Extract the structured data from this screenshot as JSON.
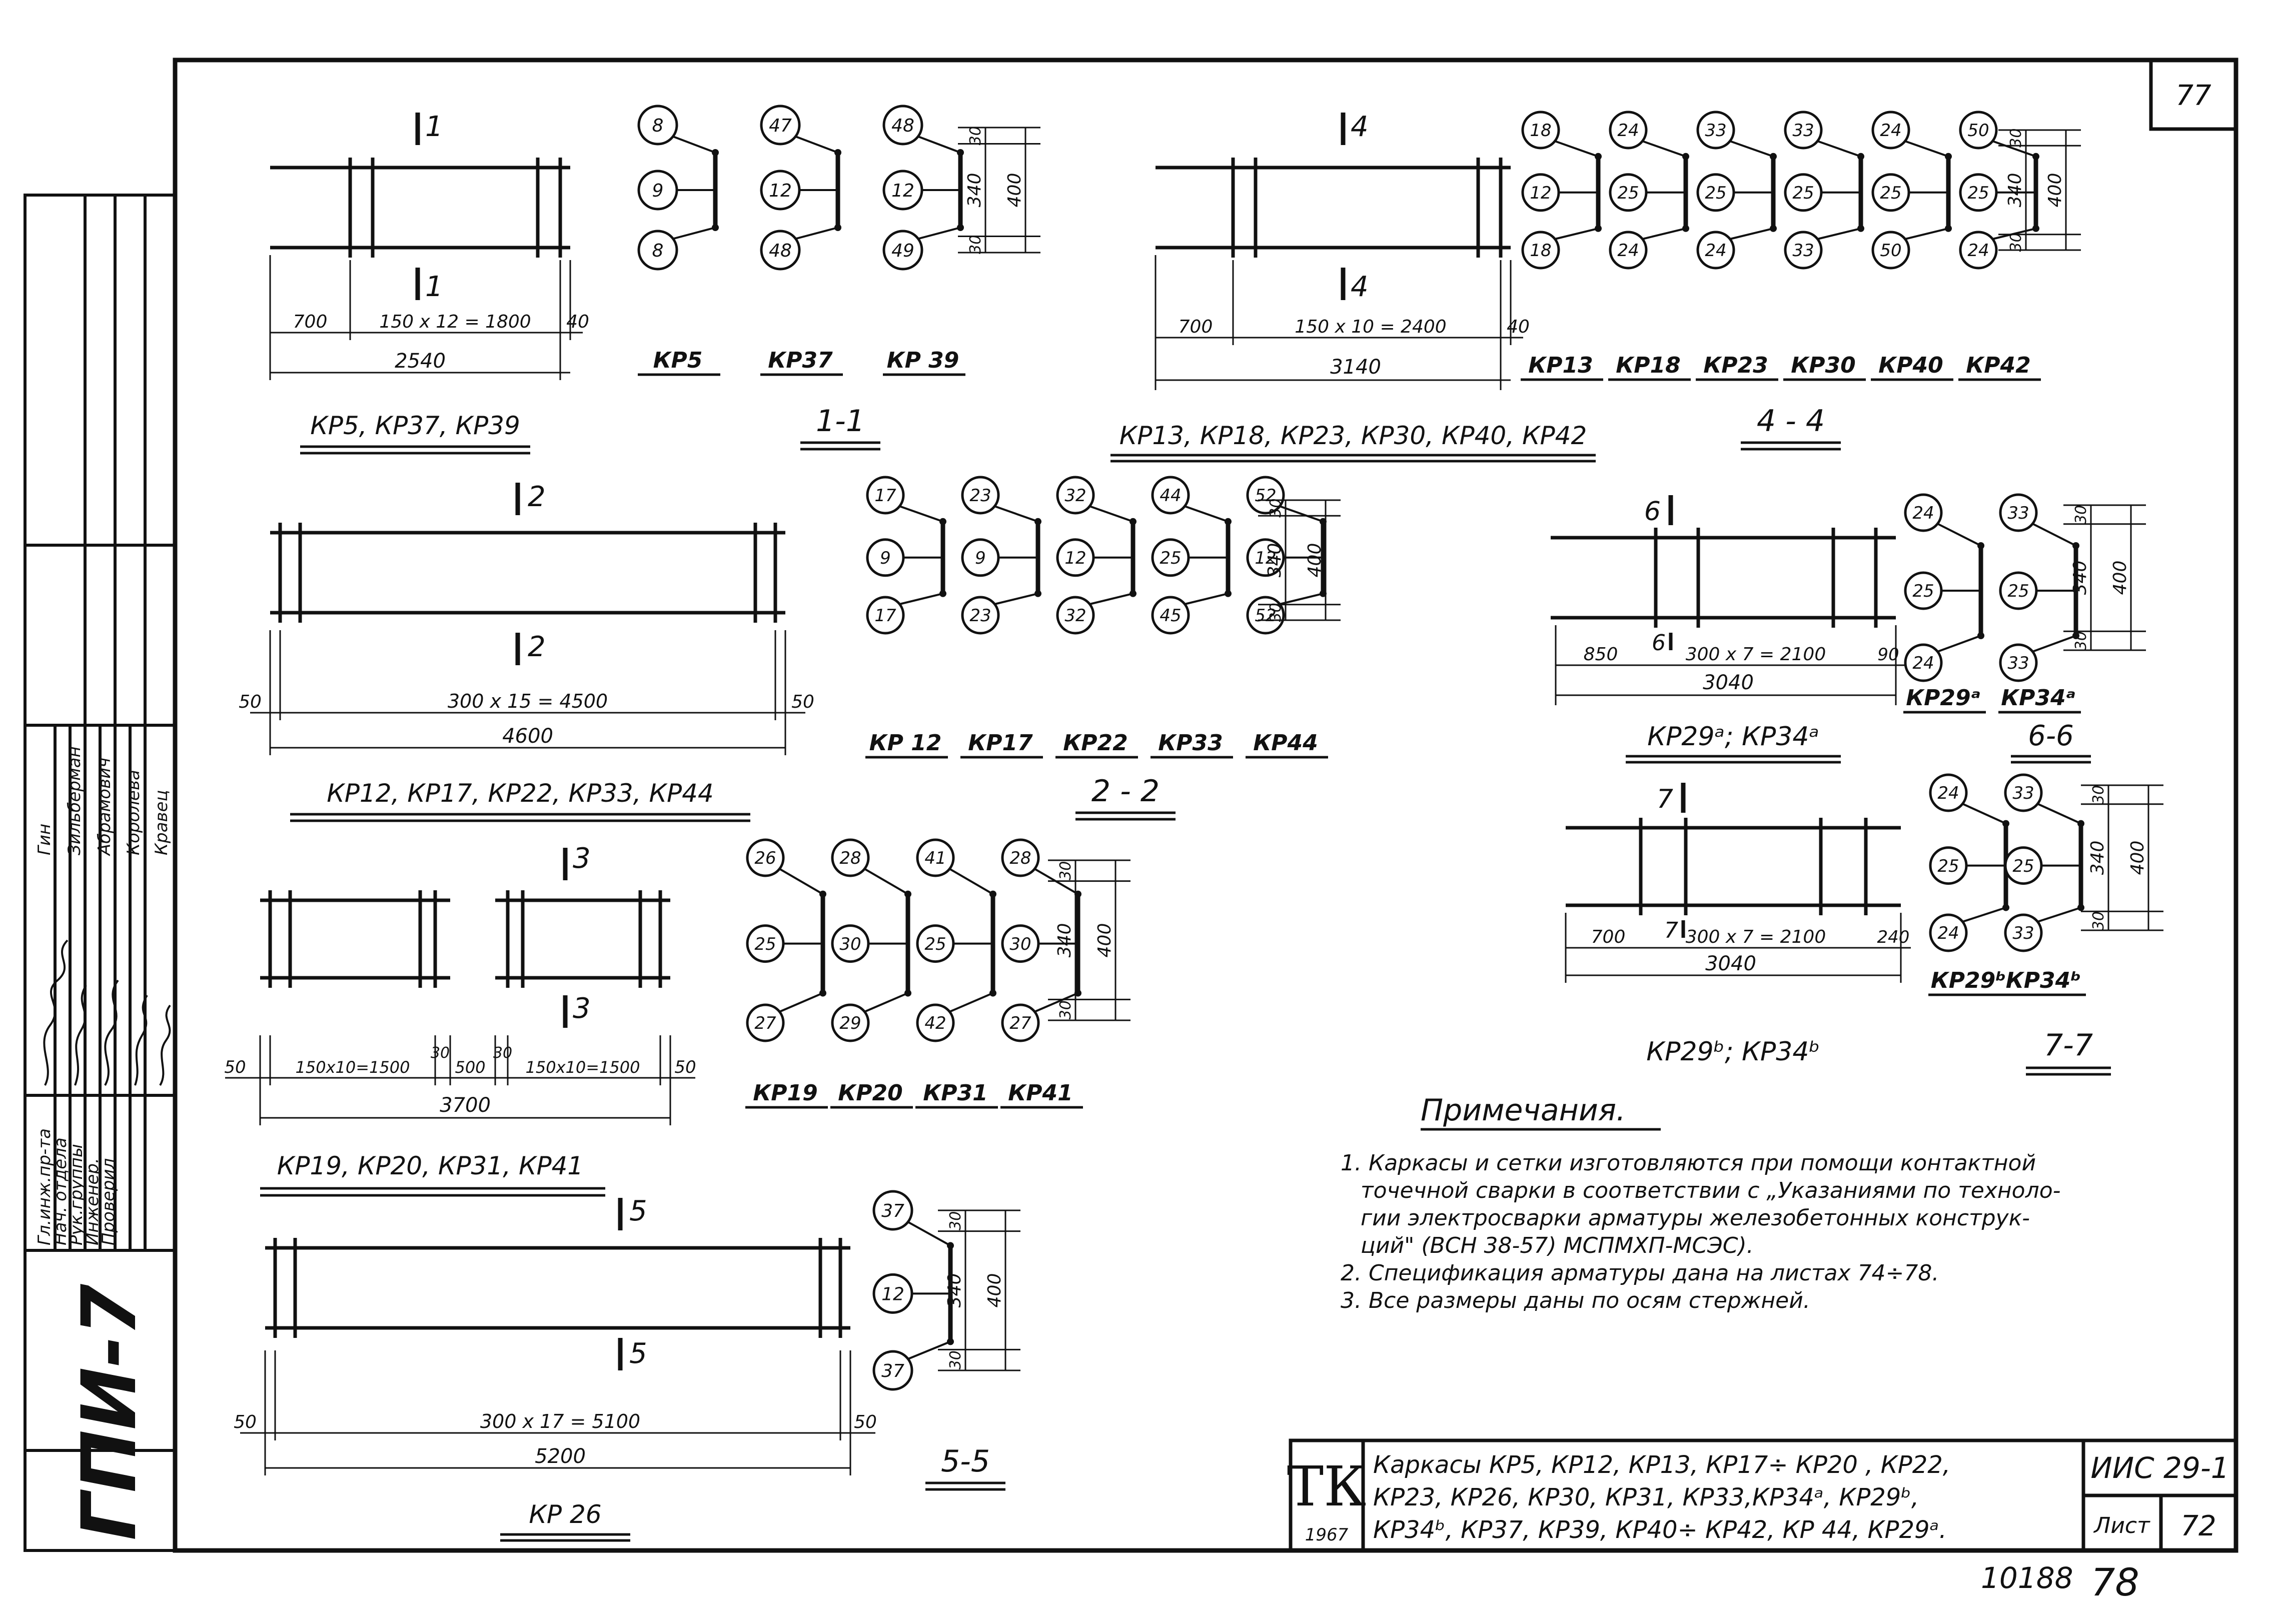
{
  "sheet": {
    "page_number": "77",
    "code": "ГПИ-7",
    "series": "ИИС 29-1",
    "list_label": "Лист",
    "list_number": "72",
    "bottom_number": "10188",
    "bottom_page": "78",
    "tk": "ТК",
    "year": "1967",
    "title_lines": [
      "Каркасы КР5, КР12, КР13, КР17÷ КР20 , КР22,",
      "КР23, КР26, КР30, КР31, КР33,КР34ᵃ, КР29ᵇ,",
      "КР34ᵇ, КР37, КР39, КР40÷ КР42, КР 44, КР29ᵃ."
    ]
  },
  "stamp": {
    "roles": [
      "Гл.инж.пр-та",
      "Нач. отдела",
      "Рук.группы",
      "Инженер.",
      "Проверил"
    ],
    "names": [
      "Гин",
      "Зильберман",
      "Абрамович",
      "Королева",
      "Кравец"
    ]
  },
  "notes": {
    "title": "Примечания.",
    "lines": [
      "1. Каркасы и сетки изготовляются при помощи контактной",
      "точечной сварки в соответствии с „Указаниями по техноло-",
      "гии электросварки арматуры железобетонных конструк-",
      "ций\" (ВСН 38-57) МСПМХП-МСЭС).",
      "2. Спецификация арматуры дана на листах 74÷78.",
      "3. Все размеры даны по осям стержней."
    ]
  },
  "drawings": {
    "d1": {
      "sec_top": "1",
      "sec_bot": "1",
      "d_left": "700",
      "d_mid": "150 x 12 = 1800",
      "d_right": "40",
      "total": "2540",
      "caption": "КР5, КР37, КР39"
    },
    "d4": {
      "sec_top": "4",
      "sec_bot": "4",
      "d_left": "700",
      "d_mid": "150 x 10 = 2400",
      "d_right": "40",
      "total": "3140",
      "caption": "КР13, КР18, КР23, КР30, КР40, КР42"
    },
    "d2": {
      "sec_top": "2",
      "sec_bot": "2",
      "d_left": "50",
      "d_mid": "300 x 15 = 4500",
      "d_right": "50",
      "total": "4600",
      "caption": "КР12, КР17, КР22, КР33, КР44"
    },
    "d3": {
      "sec_top": "3",
      "sec_bot": "3",
      "d_l": "50",
      "d_a": "150x10=1500",
      "d_30a": "30",
      "d_500": "500",
      "d_30b": "30",
      "d_b": "150x10=1500",
      "d_r": "50",
      "total": "3700",
      "caption": "КР19, КР20, КР31, КР41"
    },
    "d5": {
      "sec_top": "5",
      "sec_bot": "5",
      "d_left": "50",
      "d_mid": "300 x 17 = 5100",
      "d_right": "50",
      "total": "5200",
      "caption": "КР 26"
    },
    "d6": {
      "sec_top": "6",
      "sec_bot": "6",
      "d_left": "850",
      "d_mid": "300 x 7 = 2100",
      "d_right": "90",
      "total": "3040",
      "caption": "КР29ᵃ; КР34ᵃ"
    },
    "d7": {
      "sec_top": "7",
      "sec_bot": "7",
      "d_left": "700",
      "d_mid": "300 x 7 = 2100",
      "d_right": "240",
      "total": "3040",
      "caption": "КР29ᵇ; КР34ᵇ"
    }
  },
  "sections": {
    "s1": {
      "title": "1-1",
      "items": [
        {
          "top": "8",
          "mid": "9",
          "bot": "8",
          "label": "КР5"
        },
        {
          "top": "47",
          "mid": "12",
          "bot": "48",
          "label": "КР37"
        },
        {
          "top": "48",
          "mid": "12",
          "bot": "49",
          "label": "КР 39"
        }
      ],
      "dim": [
        "30",
        "340",
        "30",
        "400"
      ]
    },
    "s4": {
      "title": "4 - 4",
      "items": [
        {
          "top": "18",
          "mid": "12",
          "bot": "18",
          "label": "КР13"
        },
        {
          "top": "24",
          "mid": "25",
          "bot": "24",
          "label": "КР18"
        },
        {
          "top": "33",
          "mid": "25",
          "bot": "24",
          "label": "КР23"
        },
        {
          "top": "33",
          "mid": "25",
          "bot": "33",
          "label": "КР30"
        },
        {
          "top": "24",
          "mid": "25",
          "bot": "50",
          "label": "КР40"
        },
        {
          "top": "50",
          "mid": "25",
          "bot": "24",
          "label": "КР42"
        }
      ],
      "dim": [
        "30",
        "340",
        "30",
        "400"
      ]
    },
    "s2": {
      "title": "2 - 2",
      "items": [
        {
          "top": "17",
          "mid": "9",
          "bot": "17",
          "label": "КР 12"
        },
        {
          "top": "23",
          "mid": "9",
          "bot": "23",
          "label": "КР17"
        },
        {
          "top": "32",
          "mid": "12",
          "bot": "32",
          "label": "КР22"
        },
        {
          "top": "44",
          "mid": "25",
          "bot": "45",
          "label": "КР33"
        },
        {
          "top": "52",
          "mid": "12",
          "bot": "52",
          "label": "КР44"
        }
      ],
      "dim": [
        "30",
        "340",
        "30",
        "400"
      ]
    },
    "s3": {
      "title": "",
      "items": [
        {
          "top": "26",
          "mid": "25",
          "bot": "27",
          "label": "КР19"
        },
        {
          "top": "28",
          "mid": "30",
          "bot": "29",
          "label": "КР20"
        },
        {
          "top": "41",
          "mid": "25",
          "bot": "42",
          "label": "КР31"
        },
        {
          "top": "28",
          "mid": "30",
          "bot": "27",
          "label": "КР41"
        }
      ],
      "dim": [
        "30",
        "340",
        "30",
        "400"
      ]
    },
    "s5": {
      "title": "5-5",
      "items": [
        {
          "top": "37",
          "mid": "12",
          "bot": "37",
          "label": ""
        }
      ],
      "dim": [
        "30",
        "340",
        "30",
        "400"
      ]
    },
    "s6": {
      "title": "6-6",
      "items": [
        {
          "top": "24",
          "mid": "25",
          "bot": "24",
          "label": "КР29ᵃ"
        },
        {
          "top": "33",
          "mid": "25",
          "bot": "33",
          "label": "КР34ᵃ"
        }
      ],
      "dim": [
        "30",
        "340",
        "30",
        "400"
      ]
    },
    "s7": {
      "title": "7-7",
      "items": [
        {
          "top": "24",
          "mid": "25",
          "bot": "24",
          "label": "КР29ᵇ"
        },
        {
          "top": "33",
          "mid": "25",
          "bot": "33",
          "label": "КР34ᵇ"
        }
      ],
      "dim": [
        "30",
        "340",
        "30",
        "400"
      ]
    }
  }
}
